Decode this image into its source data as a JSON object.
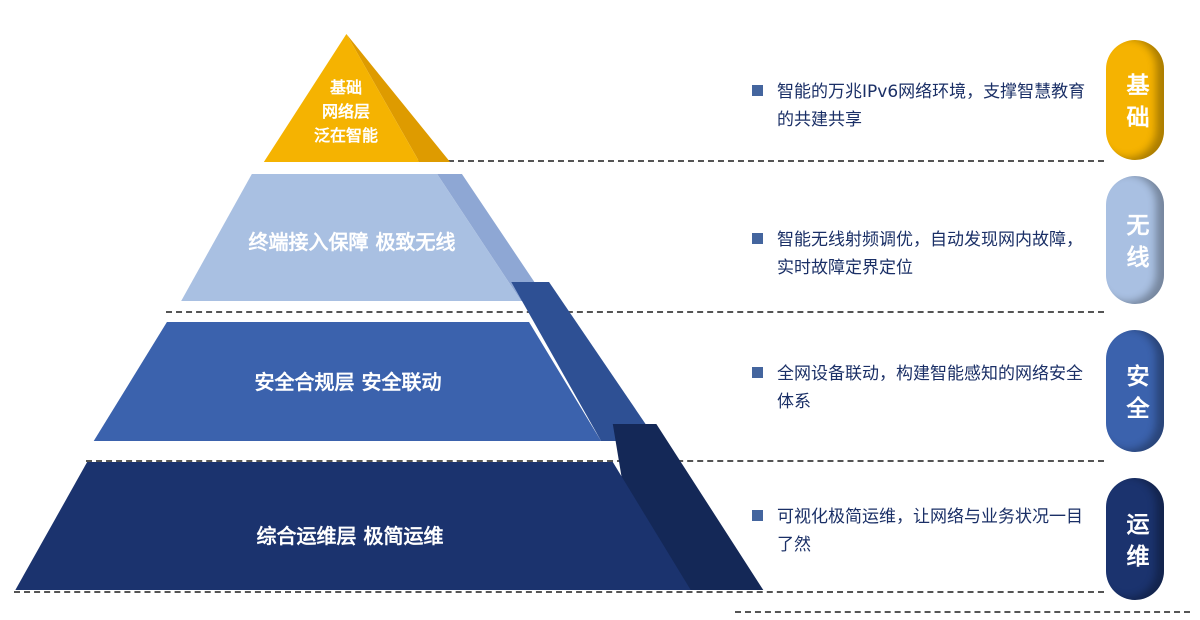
{
  "pyramid": {
    "layers": [
      {
        "label_lines": [
          "基础",
          "网络层",
          "泛在智能"
        ],
        "front_color": "#F5B301",
        "side_color": "#DE9B00"
      },
      {
        "label": "终端接入保障 极致无线",
        "front_color": "#A9C0E2",
        "side_color": "#8EA7D4"
      },
      {
        "label": "安全合规层 安全联动",
        "front_color": "#3B62AD",
        "side_color": "#2E5094"
      },
      {
        "label": "综合运维层 极简运维",
        "front_color": "#1B336E",
        "side_color": "#142857"
      }
    ]
  },
  "annotations": [
    {
      "category": "基础",
      "text": "智能的万兆IPv6网络环境，支撑智慧教育的共建共享"
    },
    {
      "category": "无线",
      "text": "智能无线射频调优，自动发现网内故障，实时故障定界定位"
    },
    {
      "category": "安全",
      "text": "全网设备联动，构建智能感知的网络安全体系"
    },
    {
      "category": "运维",
      "text": "可视化极简运维，让网络与业务状况一目了然"
    }
  ],
  "categories": [
    {
      "label": "基础",
      "color": "#F5B301"
    },
    {
      "label": "无线",
      "color": "#A9C0E2"
    },
    {
      "label": "安全",
      "color": "#3B62AD"
    },
    {
      "label": "运维",
      "color": "#1B336E"
    }
  ],
  "bullet_color": "#44659E",
  "divider_color": "#555555"
}
